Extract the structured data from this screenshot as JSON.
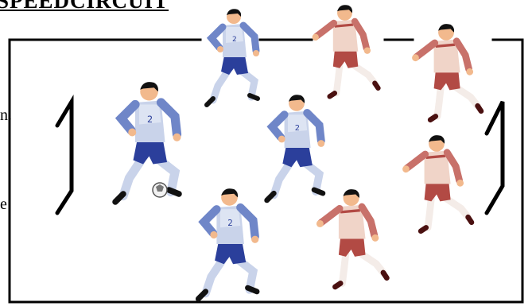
{
  "title": "SPEEDCIRCUIT",
  "side_text": {
    "line1": "n.",
    "line2": "e"
  },
  "colors": {
    "blue_kit": "#6f86c8",
    "blue_dark": "#2b3f9b",
    "blue_light": "#c9d3ea",
    "red_kit": "#b24a44",
    "red_light": "#f0d4c8",
    "skin": "#f2b98d",
    "hair": "#111111"
  },
  "players": {
    "blue": [
      "blue-player-with-ball",
      "blue-player-top",
      "blue-player-middle",
      "blue-player-bottom"
    ],
    "red": [
      "red-player-top-left",
      "red-player-top-right",
      "red-player-middle",
      "red-player-bottom"
    ]
  }
}
